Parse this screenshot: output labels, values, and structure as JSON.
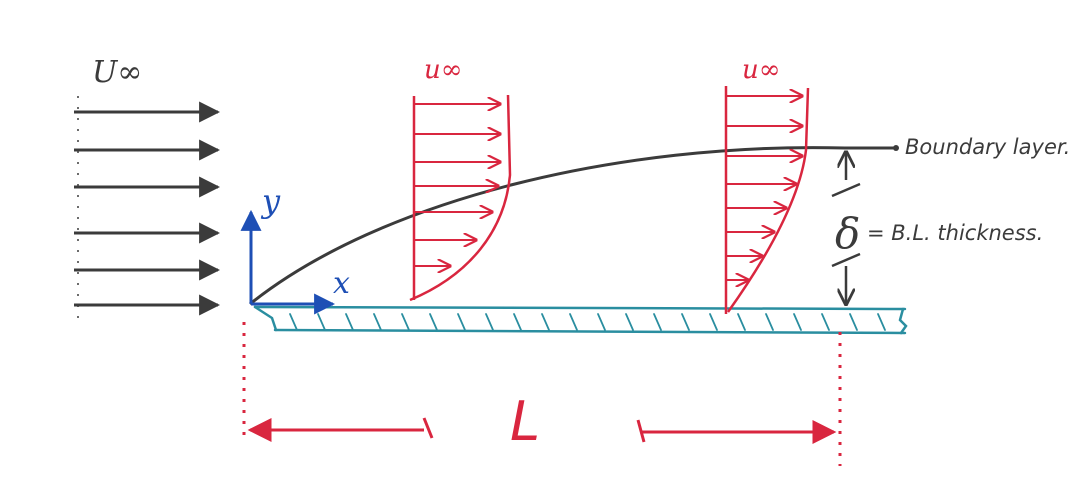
{
  "freestream_label": "U∞",
  "profile_labels": [
    "u∞",
    "u∞"
  ],
  "boundary_layer_label": "Boundary layer.",
  "thickness_symbol": "δ",
  "thickness_label": "= B.L. thickness.",
  "axis_y_label": "y",
  "axis_x_label": "x",
  "length_label": "L",
  "colors": {
    "ink": "#3b3b3b",
    "red": "#d9263f",
    "blue": "#1e4fb5",
    "teal": "#2a8ea0"
  }
}
